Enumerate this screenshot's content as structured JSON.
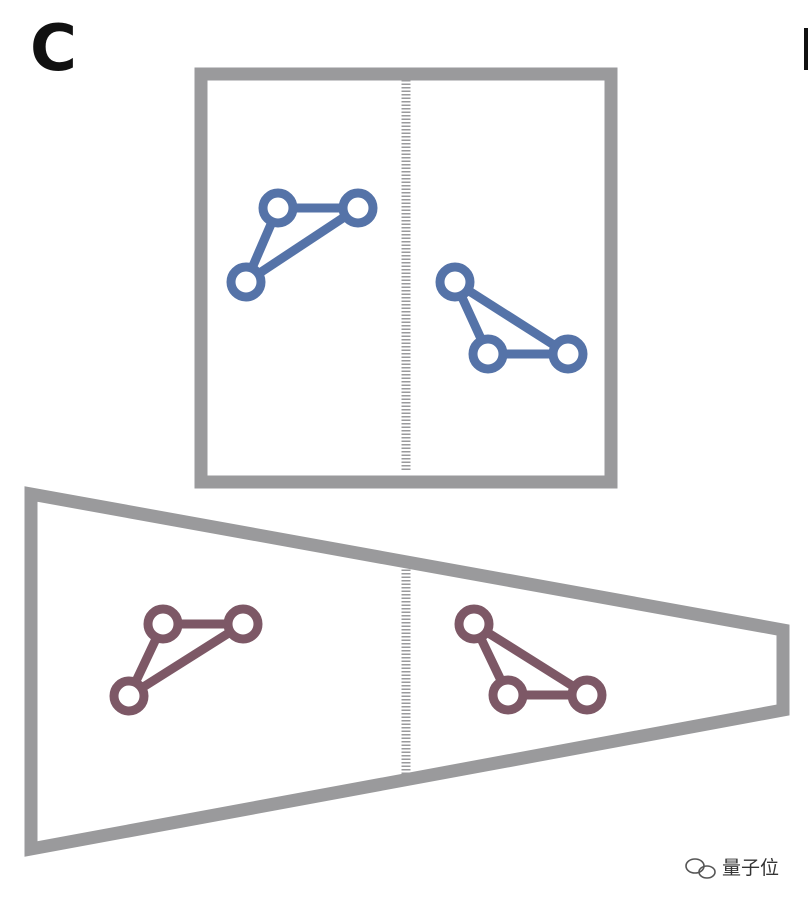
{
  "panel": {
    "label": "C"
  },
  "watermark": {
    "text": "量子位",
    "icon": "wechat-icon"
  },
  "colors": {
    "frame": "#9a9a9c",
    "grid_upper": "#5573a8",
    "grid_lower": "#7d5866",
    "divider": "#9a9a9c",
    "label": "#111111"
  },
  "shapes": {
    "upper_frame": "square",
    "lower_frame": "trapezoid"
  }
}
